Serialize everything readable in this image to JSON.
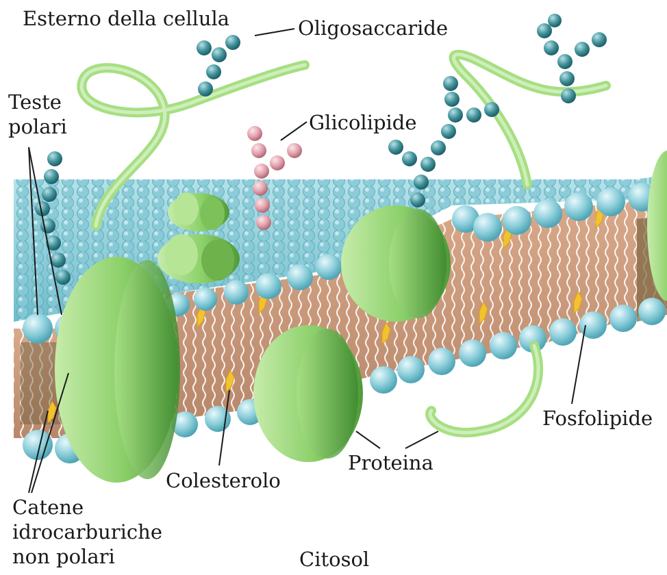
{
  "labels": {
    "outside": "Esterno della cellula",
    "oligosaccharide": "Oligosaccaride",
    "polar_heads": [
      "Teste",
      "polari"
    ],
    "glycolipid": "Glicolipide",
    "phospholipid": "Fosfolipide",
    "protein": "Proteina",
    "cholesterol": "Colesterolo",
    "chains": [
      "Catene",
      "idrocarburiche",
      "non polari"
    ],
    "cytosol": "Citosol"
  },
  "colors": {
    "head_blue": "#8fd0dc",
    "protein_green": "#8cd06a",
    "sugar_teal": "#3f8f98",
    "glycolipid_pink": "#e2a0ab",
    "tail_brown": "#c8977a",
    "cholesterol_yellow": "#f2c230"
  }
}
